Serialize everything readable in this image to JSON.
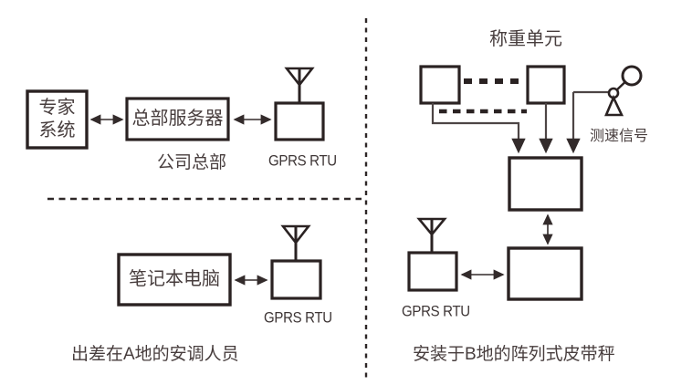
{
  "colors": {
    "line": "#332b2b",
    "box_stroke": "#2a2222",
    "text": "#473d3d",
    "background": "#ffffff"
  },
  "left_top": {
    "expert_system_box": "专家\n系统",
    "hq_server_box": "总部服务器",
    "caption": "公司总部",
    "rtu_label": "GPRS RTU",
    "antenna_icon": "antenna",
    "links": [
      "expert↔server",
      "server↔rtu"
    ]
  },
  "left_bottom": {
    "laptop_box": "笔记本电脑",
    "rtu_label": "GPRS RTU",
    "caption": "出差在A地的安调人员",
    "antenna_icon": "antenna",
    "links": [
      "laptop↔rtu"
    ]
  },
  "right": {
    "title": "称重单元",
    "speed_signal_label": "测速信号",
    "rtu_label": "GPRS RTU",
    "caption": "安装于B地的阵列式皮带秤",
    "antenna_icon": "antenna",
    "speed_sensor_icon": "tachometer-wheel-on-stand",
    "links": [
      "sensor1⇢controller",
      "sensor2⇢controller",
      "speed⇢controller",
      "controller↔lower-unit",
      "lower-unit↔rtu"
    ]
  }
}
